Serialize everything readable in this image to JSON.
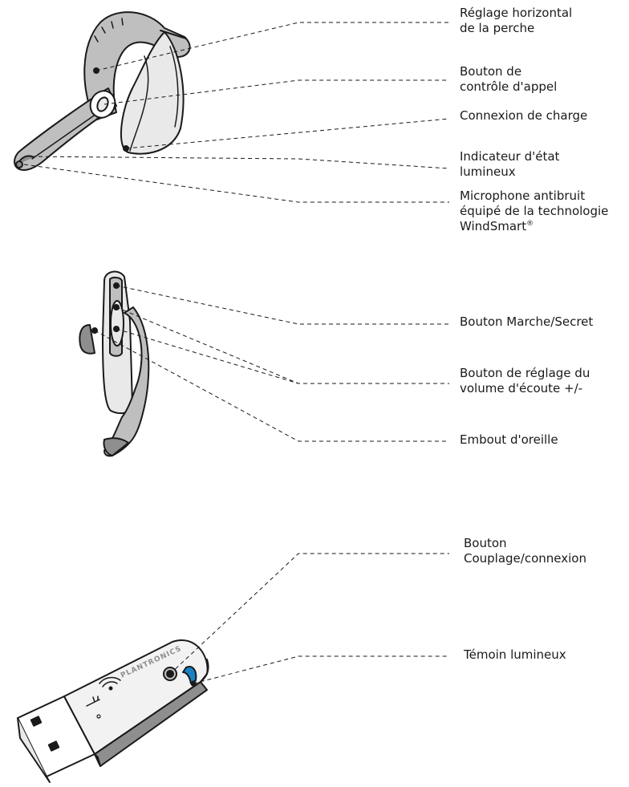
{
  "colors": {
    "line": "#1a1a1a",
    "body_light": "#e9e9e9",
    "body_mid": "#bfbfbf",
    "body_dark": "#8e8e8e",
    "accent_blue": "#1a82c4"
  },
  "headset_side": {
    "labels": {
      "boom_adjust": [
        "Réglage horizontal",
        "de la perche"
      ],
      "call_button": [
        "Bouton de",
        "contrôle d'appel"
      ],
      "charge_connector": [
        "Connexion de charge"
      ],
      "status_light": [
        "Indicateur d'état",
        "lumineux"
      ],
      "microphone": [
        "Microphone antibruit",
        "équipé de la technologie",
        "WindSmart"
      ],
      "registered_mark": "®"
    }
  },
  "headset_front": {
    "labels": {
      "power_mute": "Bouton Marche/Secret",
      "volume": [
        "Bouton de réglage du",
        "volume d'écoute +/-"
      ],
      "ear_tip": "Embout d'oreille"
    }
  },
  "usb_adapter": {
    "brand": "PLANTRONICS",
    "labels": {
      "pair_button": [
        "Bouton",
        "Couplage/connexion"
      ],
      "indicator": "Témoin lumineux"
    }
  }
}
